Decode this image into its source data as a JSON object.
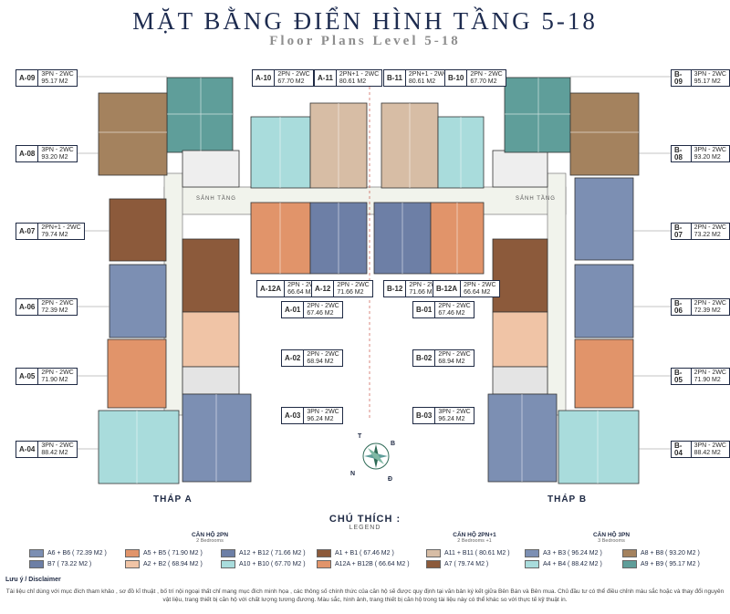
{
  "title": "MẶT BẰNG ĐIỂN HÌNH TẦNG 5-18",
  "subtitle": "Floor Plans Level 5-18",
  "towers": {
    "a": "THÁP A",
    "b": "THÁP B"
  },
  "lobby_label": "SẢNH TẦNG",
  "compass": {
    "n": "N",
    "d": "Đ",
    "t": "T",
    "b": "B"
  },
  "colors": {
    "teal": "#5f9e9a",
    "brown": "#a4825e",
    "darkbrown": "#8c5a3b",
    "blue": "#7c8fb3",
    "orange": "#e1946a",
    "peach": "#e6b89a",
    "lightteal": "#a9dcdc",
    "beige": "#d7bda5",
    "peachlight": "#f0c4a6",
    "darkblue": "#6d7fa6",
    "gray": "#d6d6d6"
  },
  "units_left": [
    {
      "code": "A-09",
      "type": "3PN - 2WC",
      "area": "95.17 M2"
    },
    {
      "code": "A-08",
      "type": "3PN - 2WC",
      "area": "93.20 M2"
    },
    {
      "code": "A-07",
      "type": "2PN+1 - 2WC",
      "area": "79.74 M2"
    },
    {
      "code": "A-06",
      "type": "2PN - 2WC",
      "area": "72.39 M2"
    },
    {
      "code": "A-05",
      "type": "2PN - 2WC",
      "area": "71.90 M2"
    },
    {
      "code": "A-04",
      "type": "3PN - 2WC",
      "area": "88.42 M2"
    }
  ],
  "units_right": [
    {
      "code": "B-09",
      "type": "3PN - 2WC",
      "area": "95.17 M2"
    },
    {
      "code": "B-08",
      "type": "3PN - 2WC",
      "area": "93.20 M2"
    },
    {
      "code": "B-07",
      "type": "2PN - 2WC",
      "area": "73.22 M2"
    },
    {
      "code": "B-06",
      "type": "2PN - 2WC",
      "area": "72.39 M2"
    },
    {
      "code": "B-05",
      "type": "2PN - 2WC",
      "area": "71.90 M2"
    },
    {
      "code": "B-04",
      "type": "3PN - 2WC",
      "area": "88.42 M2"
    }
  ],
  "units_top": [
    {
      "code": "A-10",
      "type": "2PN - 2WC",
      "area": "67.70 M2"
    },
    {
      "code": "A-11",
      "type": "2PN+1 - 2WC",
      "area": "80.61 M2"
    },
    {
      "code": "B-11",
      "type": "2PN+1 - 2WC",
      "area": "80.61 M2"
    },
    {
      "code": "B-10",
      "type": "2PN - 2WC",
      "area": "67.70 M2"
    }
  ],
  "units_mid": [
    {
      "code": "A-12A",
      "type": "2PN - 2WC",
      "area": "66.64 M2"
    },
    {
      "code": "A-12",
      "type": "2PN - 2WC",
      "area": "71.66 M2"
    },
    {
      "code": "B-12",
      "type": "2PN - 2WC",
      "area": "71.66 M2"
    },
    {
      "code": "B-12A",
      "type": "2PN - 2WC",
      "area": "66.64 M2"
    }
  ],
  "units_inner": [
    {
      "code": "A-01",
      "type": "2PN - 2WC",
      "area": "67.46 M2"
    },
    {
      "code": "A-02",
      "type": "2PN - 2WC",
      "area": "68.94 M2"
    },
    {
      "code": "A-03",
      "type": "3PN - 2WC",
      "area": "96.24 M2"
    },
    {
      "code": "B-01",
      "type": "2PN - 2WC",
      "area": "67.46 M2"
    },
    {
      "code": "B-02",
      "type": "2PN - 2WC",
      "area": "68.94 M2"
    },
    {
      "code": "B-03",
      "type": "3PN - 2WC",
      "area": "96.24 M2"
    }
  ],
  "legend": {
    "title": "CHÚ THÍCH :",
    "subtitle": "LEGEND",
    "groups": [
      {
        "title": "CĂN HỘ 2PN",
        "sub": "2 Bedrooms"
      },
      {
        "title": "CĂN HỘ 2PN+1",
        "sub": "2 Bedrooms +1"
      },
      {
        "title": "CĂN HỘ 3PN",
        "sub": "3 Bedrooms"
      }
    ],
    "items": [
      {
        "label": "A6 + B6 ( 72.39 M2 )",
        "color": "#7c8fb3"
      },
      {
        "label": "A5 + B5 ( 71.90 M2 )",
        "color": "#e1946a"
      },
      {
        "label": "A12 + B12 ( 71.66 M2 )",
        "color": "#6d7fa6"
      },
      {
        "label": "A1 + B1 ( 67.46 M2 )",
        "color": "#8c5a3b"
      },
      {
        "label": "A11 + B11 ( 80.61 M2 )",
        "color": "#d7bda5"
      },
      {
        "label": "A3 + B3 ( 96.24 M2 )",
        "color": "#7c8fb3"
      },
      {
        "label": "A8 + B8 ( 93.20 M2 )",
        "color": "#a4825e"
      },
      {
        "label": "B7   ( 73.22 M2 )",
        "color": "#6d7fa6"
      },
      {
        "label": "A2 + B2 ( 68.94 M2 )",
        "color": "#f0c4a6"
      },
      {
        "label": "A10 + B10 ( 67.70 M2 )",
        "color": "#a9dcdc"
      },
      {
        "label": "A12A + B12B ( 66.64 M2 )",
        "color": "#e1946a"
      },
      {
        "label": "A7   ( 79.74 M2 )",
        "color": "#8c5a3b"
      },
      {
        "label": "A4 + B4 ( 88.42 M2 )",
        "color": "#a9dcdc"
      },
      {
        "label": "A9 + B9 ( 95.17 M2 )",
        "color": "#5f9e9a"
      }
    ]
  },
  "disclaimer_title": "Lưu ý / Disclaimer",
  "disclaimer_text": "Tài liệu chỉ dùng với mục đích tham khảo , sơ đồ kĩ thuật , bố trí nội ngoại thất chỉ mang mục đích minh họa , các thông số chính thức của căn hộ sẽ được quy định tại văn bản ký kết giữa Bên Bán và Bên mua. Chủ đầu tư có thể điều chỉnh màu sắc hoặc và thay đổi nguyên vật liệu, trang thiết bị căn hộ với chất lượng tương đương. Màu sắc, hình ảnh, trang thiết bị căn hộ trong tài liệu này có thể khác so với thực tế kỹ thuật in."
}
